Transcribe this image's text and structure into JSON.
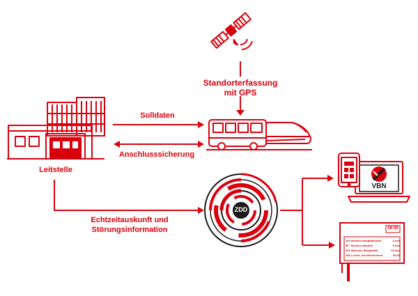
{
  "colors": {
    "accent": "#d9000d",
    "dark": "#1a1a1a",
    "light": "#ffffff"
  },
  "icons": {
    "satellite": "satellite-icon",
    "building": "building-icon",
    "vehicles": "bus-and-train-icon",
    "data_center": "zdd-data-center-icon",
    "devices": "smartphone-and-laptop-icon",
    "display": "departure-display-icon"
  },
  "labels": {
    "standort_line1": "Standorterfassung",
    "standort_line2": "mit GPS",
    "solldaten": "Solldaten",
    "anschluss": "Anschlusssicherung",
    "leitstelle": "Leitstelle",
    "echtzeit_line1": "Echtzeitauskunft und",
    "echtzeit_line2": "Störungsinformation",
    "zdd": "ZDD",
    "vbn": "VBN"
  },
  "departure_board": {
    "time": "16:30",
    "rows": [
      {
        "line": "101",
        "destination": "Bremen-Hauptbahnhof",
        "info": "4 min"
      },
      {
        "line": "55",
        "destination": "Bremen-Hastedt",
        "info": "5 min"
      },
      {
        "line": "101",
        "destination": "Bassum, Bergstraße",
        "info": "15 min"
      },
      {
        "line": "106",
        "destination": "Leeste, Am Westermoor",
        "info": "16:52"
      }
    ]
  }
}
